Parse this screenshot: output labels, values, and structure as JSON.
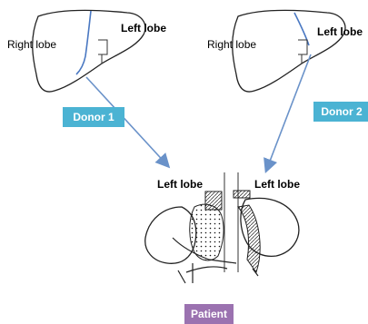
{
  "donor1": {
    "right_lobe": "Right lobe",
    "left_lobe": "Left lobe",
    "badge": "Donor 1"
  },
  "donor2": {
    "right_lobe": "Right lobe",
    "left_lobe": "Left lobe",
    "badge": "Donor 2"
  },
  "patient": {
    "left_lobe_a": "Left lobe",
    "left_lobe_b": "Left lobe",
    "badge": "Patient"
  },
  "colors": {
    "badge_blue": "#4bb3d3",
    "badge_purple": "#9b72b0",
    "arrow": "#6a92c9",
    "cut_line": "#4a78c2"
  }
}
